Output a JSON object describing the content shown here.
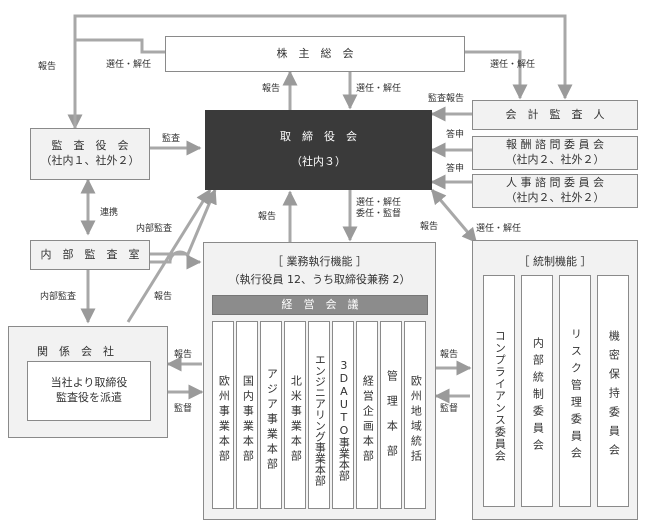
{
  "nodes": {
    "shareholders": "株　主　総　会",
    "board": "取　締　役　会",
    "board_sub": "（社内３）",
    "audit_board": "監　査　役　会",
    "audit_board_sub": "（社内１、社外２）",
    "accounting_auditor": "会　計　監　査　人",
    "comp_committee": "報 酬 諮 問 委 員 会",
    "comp_committee_sub": "（社内２、社外２）",
    "hr_committee": "人 事 諮 問 委 員 会",
    "hr_committee_sub": "（社内２、社外２）",
    "internal_audit": "内　部　監　査　室",
    "affiliates": "関　係　会　社",
    "affiliates_note": "当社より取締役\n監査役を派遣",
    "business_exec": "［ 業務執行機能 ］",
    "business_exec_sub": "（執行役員 12、うち取締役兼務 2）",
    "management_meeting": "経　営　会　議",
    "governance": "［ 統制機能 ］"
  },
  "divisions": [
    "欧州事業本部",
    "国内事業本部",
    "アジア事業本部",
    "北米事業本部",
    "エンジニアリング事業本部",
    "3DAUTO事業本部",
    "経営企画本部",
    "管理本部",
    "欧州地域統括"
  ],
  "governance_committees": [
    "コンプライアンス委員会",
    "内部統制委員会",
    "リスク管理委員会",
    "機密保持委員会"
  ],
  "edge_labels": {
    "report_left": "報告",
    "elect_dismiss_top_left": "選任・解任",
    "elect_dismiss_top_right": "選任・解任",
    "report_sh_board": "報告",
    "elect_dismiss_sh_board": "選任・解任",
    "audit_report": "監査報告",
    "audit": "監査",
    "answer1": "答申",
    "answer2": "答申",
    "cooperation": "連携",
    "internal_audit_label": "内部監査",
    "internal_audit_down": "内部監査",
    "report_affiliate_up": "報告",
    "report_exec_board": "報告",
    "elect_delegate": "選任・解任\n委任・監督",
    "report_governance": "報告",
    "elect_dismiss_governance": "選任・解任",
    "report_affiliates": "報告",
    "supervise_affiliates": "監督",
    "report_exec_gov": "報告",
    "supervise_exec_gov": "監督"
  }
}
